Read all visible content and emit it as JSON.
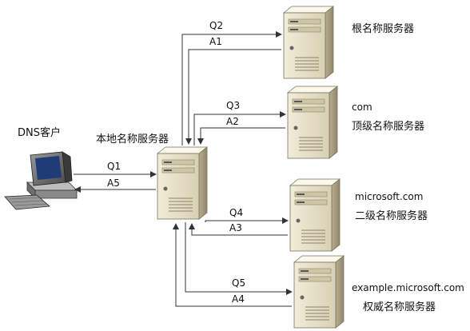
{
  "client": {
    "label": "DNS客户"
  },
  "local_server": {
    "label": "本地名称服务器"
  },
  "root_server": {
    "label": "根名称服务器"
  },
  "tld_server": {
    "label_line1": "com",
    "label_line2": "顶级名称服务器"
  },
  "second_server": {
    "label_line1": "microsoft.com",
    "label_line2": "二级名称服务器"
  },
  "auth_server": {
    "label_line1": "example.microsoft.com",
    "label_line2": "权威名称服务器"
  },
  "messages": {
    "q1": "Q1",
    "a5": "A5",
    "q2": "Q2",
    "a1": "A1",
    "q3": "Q3",
    "a2": "A2",
    "q4": "Q4",
    "a3": "A3",
    "q5": "Q5",
    "a4": "A4"
  }
}
